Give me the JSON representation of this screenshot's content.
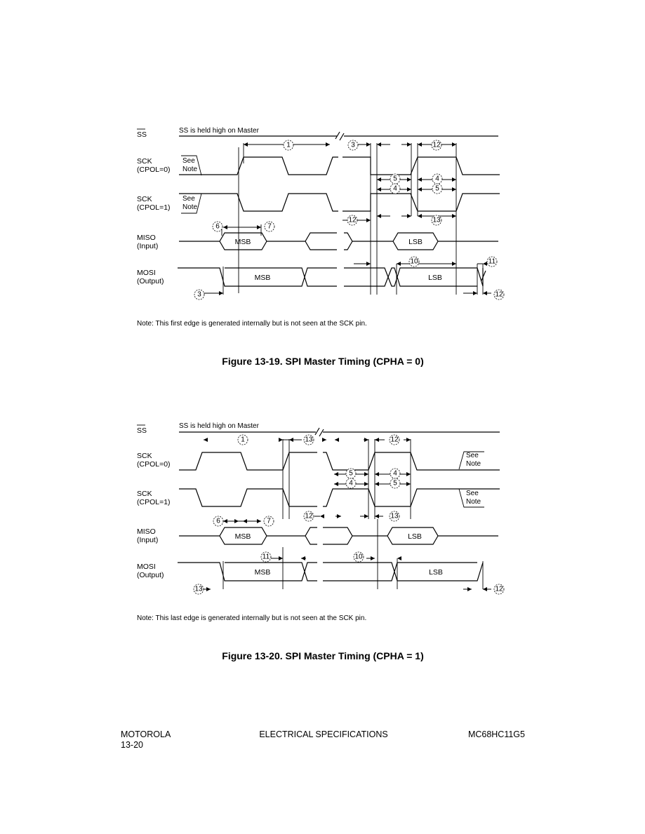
{
  "fig19": {
    "ss_label": "SS",
    "ss_text": "SS is held high on Master",
    "sck0_name": "SCK",
    "sck0_mode": "(CPOL=0)",
    "sck1_name": "SCK",
    "sck1_mode": "(CPOL=1)",
    "see": "See",
    "note_word": "Note",
    "miso_name": "MISO",
    "miso_dir": "(Input)",
    "mosi_name": "MOSI",
    "mosi_dir": "(Output)",
    "msb": "MSB",
    "lsb": "LSB",
    "note": "Note: This first edge is generated internally but is not seen at the SCK pin.",
    "caption": "Figure 13-19. SPI Master Timing (CPHA = 0)",
    "markers": [
      "1",
      "3",
      "12",
      "5",
      "4",
      "4",
      "5",
      "12",
      "13",
      "6",
      "7",
      "10",
      "11",
      "3",
      "12"
    ]
  },
  "fig20": {
    "ss_label": "SS",
    "ss_text": "SS is held high on Master",
    "sck0_name": "SCK",
    "sck0_mode": "(CPOL=0)",
    "sck1_name": "SCK",
    "sck1_mode": "(CPOL=1)",
    "see": "See",
    "note_word": "Note",
    "miso_name": "MISO",
    "miso_dir": "(Input)",
    "mosi_name": "MOSI",
    "mosi_dir": "(Output)",
    "msb": "MSB",
    "lsb": "LSB",
    "note": "Note: This last edge is generated internally but is not seen at the SCK pin.",
    "caption": "Figure 13-20. SPI Master Timing (CPHA = 1)",
    "markers": [
      "1",
      "13",
      "12",
      "5",
      "4",
      "4",
      "5",
      "12",
      "13",
      "6",
      "7",
      "11",
      "10",
      "13",
      "12"
    ]
  },
  "footer": {
    "left": "MOTOROLA",
    "page": "13-20",
    "center": "ELECTRICAL SPECIFICATIONS",
    "right": "MC68HC11G5"
  }
}
